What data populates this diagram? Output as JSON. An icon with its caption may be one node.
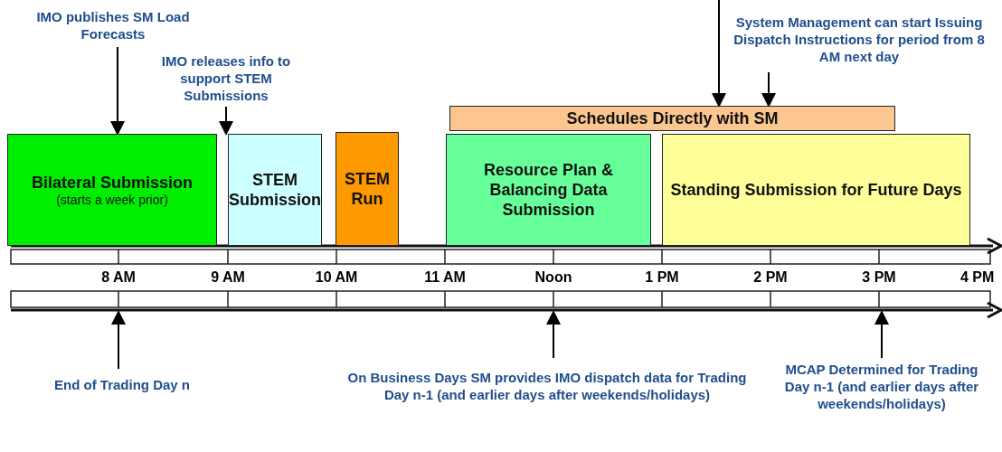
{
  "diagram": {
    "nodes": [
      {
        "text": [
          "IMO publishes SM Load Forecasts"
        ]
      },
      {
        "text": [
          "IMO releases info to support STEM Submissions"
        ]
      },
      {
        "text": [
          "System Management can start Issuing Dispatch Instructions for period from 8 AM next day"
        ]
      },
      {
        "text": [
          "Schedules Directly with SM"
        ]
      },
      {
        "text": [
          "Bilateral Submission",
          "(starts a week prior)"
        ]
      },
      {
        "text": [
          "STEM Submission"
        ]
      },
      {
        "text": [
          "STEM Run"
        ]
      },
      {
        "text": [
          "Resource Plan & Balancing Data Submission"
        ]
      },
      {
        "text": [
          "Standing Submission for Future Days"
        ]
      },
      {
        "text": [
          "End of Trading Day n"
        ]
      },
      {
        "text": [
          "On Business Days SM provides IMO dispatch data for Trading Day n-1 (and earlier days after weekends/holidays)"
        ]
      },
      {
        "text": [
          "MCAP Determined for Trading Day n-1 (and earlier days after weekends/holidays)"
        ]
      }
    ],
    "edges": [
      {
        "from": 0,
        "to": 4,
        "arrow": "to"
      },
      {
        "from": 1,
        "to": 5,
        "arrow": "to"
      },
      {
        "from": null,
        "to": 3,
        "arrow": "to"
      },
      {
        "from": 2,
        "to": 3,
        "arrow": "to"
      },
      {
        "from": 9,
        "to": null,
        "arrow": "to"
      },
      {
        "from": 10,
        "to": null,
        "arrow": "to"
      },
      {
        "from": 11,
        "to": null,
        "arrow": "to"
      }
    ],
    "labels": [
      "8 AM",
      "9 AM",
      "10 AM",
      "11 AM",
      "Noon",
      "1 PM",
      "2 PM",
      "3 PM",
      "4 PM"
    ]
  }
}
